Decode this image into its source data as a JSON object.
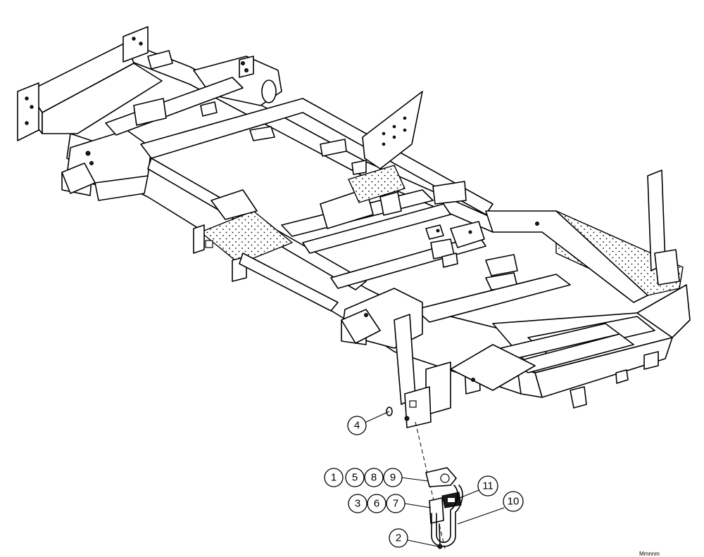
{
  "callouts": {
    "c1": "1",
    "c2": "2",
    "c3": "3",
    "c4": "4",
    "c5": "5",
    "c6": "6",
    "c7": "7",
    "c8": "8",
    "c9": "9",
    "c10": "10",
    "c11": "11"
  },
  "drawing_code": "Mmnnm"
}
